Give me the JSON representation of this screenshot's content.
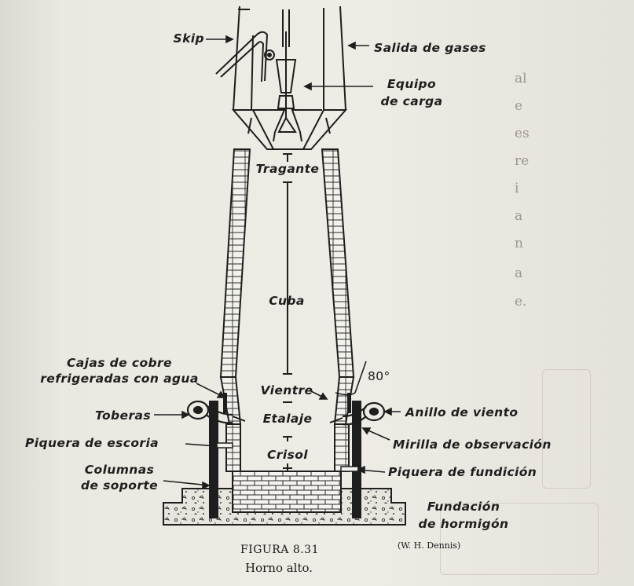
{
  "background_text": {
    "lines": [
      "al",
      "e",
      "es",
      "re",
      "i",
      "a",
      "n",
      "a",
      "e."
    ]
  },
  "labels": {
    "skip": "Skip",
    "salida_gases": "Salida de gases",
    "equipo_carga": [
      "Equipo",
      "de carga"
    ],
    "tragante": "Tragante",
    "cuba": "Cuba",
    "cajas_cobre": [
      "Cajas de cobre",
      "refrigeradas con agua"
    ],
    "angle": "80°",
    "vientre": "Vientre",
    "toberas": "Toberas",
    "etalaje": "Etalaje",
    "anillo_viento": "Anillo de viento",
    "piquera_escoria": "Piquera de escoria",
    "mirilla": "Mirilla de observación",
    "crisol": "Crisol",
    "columnas": [
      "Columnas",
      "de soporte"
    ],
    "piquera_fundicion": "Piquera de fundición",
    "fundacion": [
      "Fundación",
      "de hormigón"
    ]
  },
  "caption": {
    "figure": "FIGURA 8.31",
    "title": "Horno alto.",
    "credit": "(W. H. Dennis)"
  },
  "colors": {
    "ink": "#1e1e1e",
    "paper": "#efece6",
    "faded_text": "#9c9891"
  }
}
